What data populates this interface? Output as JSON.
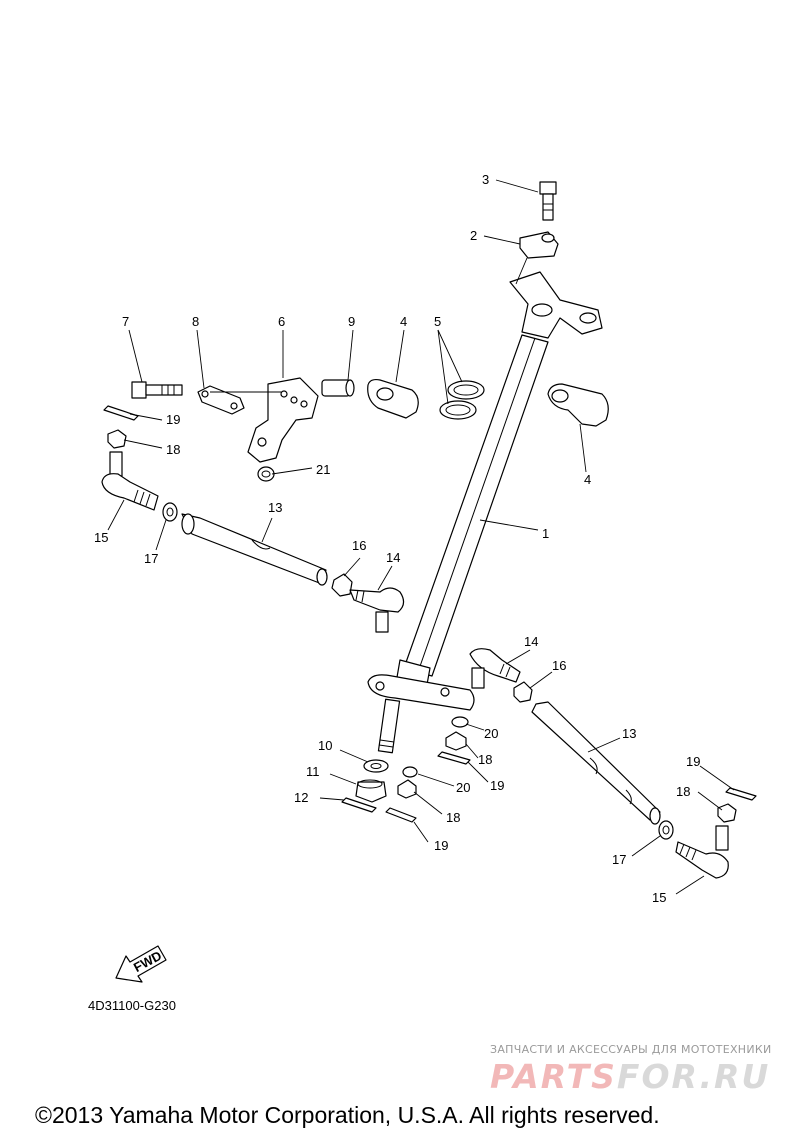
{
  "callouts": {
    "c1": "1",
    "c2": "2",
    "c3": "3",
    "c4a": "4",
    "c4b": "4",
    "c5": "5",
    "c6": "6",
    "c7": "7",
    "c8": "8",
    "c9": "9",
    "c10": "10",
    "c11": "11",
    "c12": "12",
    "c13a": "13",
    "c13b": "13",
    "c14a": "14",
    "c14b": "14",
    "c15a": "15",
    "c15b": "15",
    "c16a": "16",
    "c16b": "16",
    "c17a": "17",
    "c17b": "17",
    "c18a": "18",
    "c18b": "18",
    "c18c": "18",
    "c18d": "18",
    "c19a": "19",
    "c19b": "19",
    "c19c": "19",
    "c19d": "19",
    "c20a": "20",
    "c20b": "20",
    "c21": "21"
  },
  "fwd_label": "FWD",
  "diagram_code": "4D31100-G230",
  "watermark": {
    "tagline": "ЗАПЧАСТИ И АКСЕССУАРЫ ДЛЯ МОТОТЕХНИКИ",
    "brand_part1": "PARTS",
    "brand_part2": "FOR.RU"
  },
  "copyright": "©2013 Yamaha Motor Corporation, U.S.A. All rights reserved."
}
